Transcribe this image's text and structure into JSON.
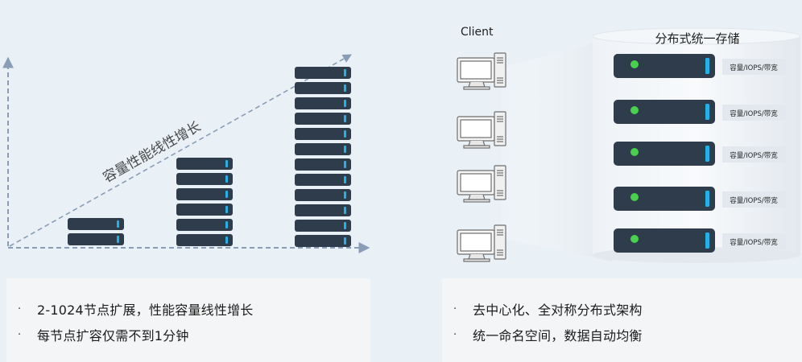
{
  "left": {
    "diagonal_label": "容量性能线性增长",
    "bullets": [
      "2-1024节点扩展，性能容量线性增长",
      "每节点扩容仅需不到1分钟"
    ]
  },
  "right": {
    "client_label": "Client",
    "storage_title": "分布式统一存储",
    "server_tags": [
      "容量/IOPS/带宽",
      "容量/IOPS/带宽",
      "容量/IOPS/带宽",
      "容量/IOPS/带宽",
      "容量/IOPS/带宽"
    ],
    "bullets": [
      "去中心化、全对称分布式架构",
      "统一命名空间，数据自动均衡"
    ]
  },
  "colors": {
    "background": "#e9f0f6",
    "server_body": "#2e3c4c",
    "server_accent": "#22b2e6",
    "led_green": "#46d24a",
    "axis": "#8a9db6"
  }
}
